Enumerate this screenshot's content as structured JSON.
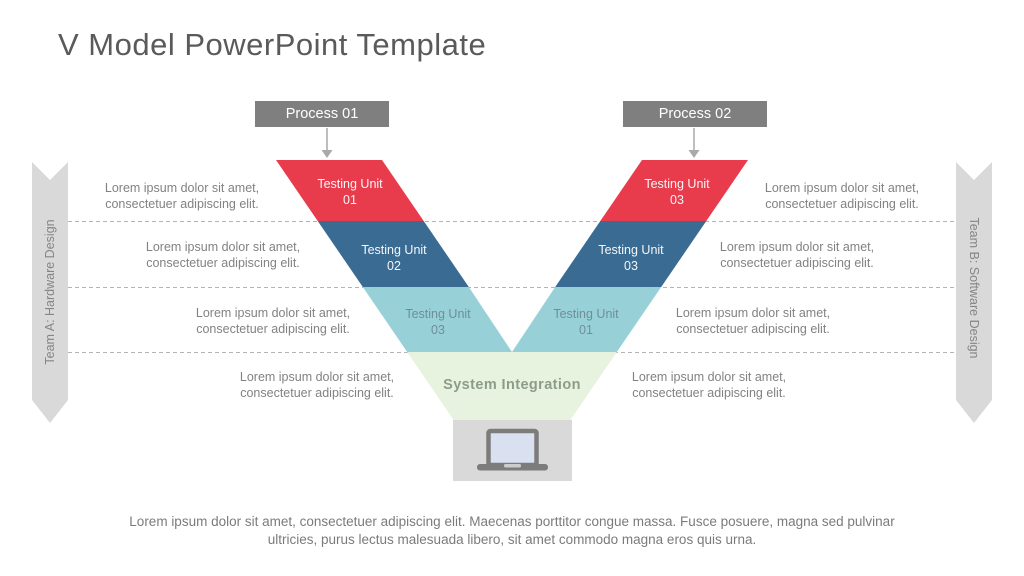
{
  "title": "V Model PowerPoint Template",
  "processes": [
    {
      "label": "Process 01"
    },
    {
      "label": "Process 02"
    }
  ],
  "ribbons": {
    "left": "Team A: Hardware Design",
    "right": "Team B: Software Design"
  },
  "v_segments": {
    "left": [
      {
        "line1": "Testing Unit",
        "line2": "01"
      },
      {
        "line1": "Testing Unit",
        "line2": "02"
      },
      {
        "line1": "Testing Unit",
        "line2": "03"
      }
    ],
    "right": [
      {
        "line1": "Testing Unit",
        "line2": "03"
      },
      {
        "line1": "Testing Unit",
        "line2": "03"
      },
      {
        "line1": "Testing Unit",
        "line2": "01"
      }
    ]
  },
  "integration_label": "System Integration",
  "side_texts": {
    "left": [
      {
        "line1": "Lorem ipsum dolor sit amet,",
        "line2": "consectetuer adipiscing elit."
      },
      {
        "line1": "Lorem ipsum dolor sit amet,",
        "line2": "consectetuer adipiscing elit."
      },
      {
        "line1": "Lorem ipsum dolor sit amet,",
        "line2": "consectetuer adipiscing elit."
      },
      {
        "line1": "Lorem ipsum dolor sit amet,",
        "line2": "consectetuer adipiscing elit."
      }
    ],
    "right": [
      {
        "line1": "Lorem ipsum dolor sit amet,",
        "line2": "consectetuer adipiscing elit."
      },
      {
        "line1": "Lorem ipsum dolor sit amet,",
        "line2": "consectetuer adipiscing elit."
      },
      {
        "line1": "Lorem ipsum dolor sit amet,",
        "line2": "consectetuer adipiscing elit."
      },
      {
        "line1": "Lorem ipsum dolor sit amet,",
        "line2": "consectetuer adipiscing elit."
      }
    ]
  },
  "footer": {
    "line1": "Lorem ipsum dolor sit amet, consectetuer adipiscing elit. Maecenas porttitor congue massa. Fusce posuere, magna sed pulvinar",
    "line2": "ultricies, purus lectus malesuada libero, sit amet commodo magna eros quis urna."
  },
  "colors": {
    "red": "#e83c4d",
    "blue": "#3a6b93",
    "teal": "#97d1d7",
    "green": "#e7f3de",
    "process_gray": "#7f7f7f",
    "ribbon_gray": "#d9d9d9",
    "laptop_box": "#d9d9d9",
    "laptop_gray": "#7c7c7c",
    "laptop_screen": "#d9e0f0",
    "dashed_line": "#b3b3b3",
    "title_text": "#5a5a5a",
    "body_text": "#828282",
    "teal_label_text": "#6f8f97",
    "integration_text": "#8d9c89"
  }
}
